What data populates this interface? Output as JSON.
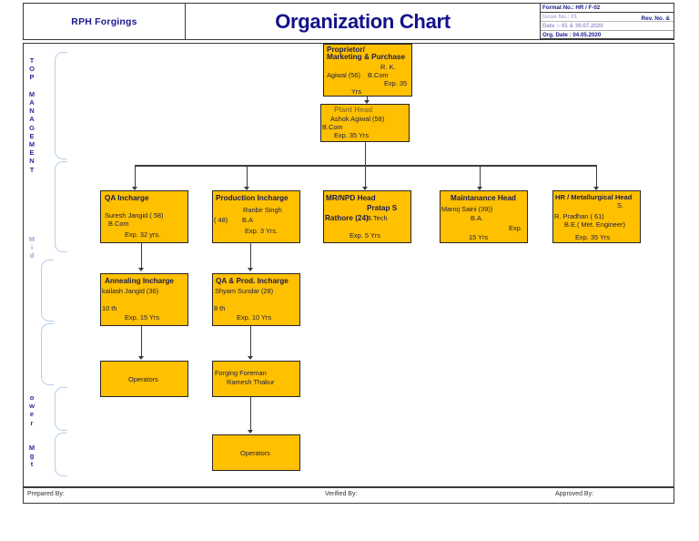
{
  "header": {
    "company": "RPH Forgings",
    "title": "Organization Chart",
    "format_no": "Format No.: HR / F-02",
    "issue_no": "Issue No.: 01",
    "date_line": "Date :- 01 & 30.07.2020",
    "org_date": "Org. Date : 04.05.2020",
    "rev_no": "Rev. No. &"
  },
  "side_labels": {
    "top": "TOP MANAGEMENT",
    "middle": "Mid",
    "lower": "Lower",
    "lower2": "Mgt"
  },
  "footer": {
    "prepared_by": "Prepared By:",
    "verified_by": "Verified By:",
    "approved_by": "Approved By:"
  },
  "boxes": {
    "proprietor": {
      "l1": "Proprietor/",
      "l2": "Marketing & Purchase",
      "l3": "R. K.",
      "l4": "Agiwal (56)",
      "l5": "B.Com",
      "l6": "Exp. 35",
      "l7": "Yrs"
    },
    "plant_head": {
      "l1": "Plant Head",
      "l2": "Ashok Agiwal (58)",
      "l3": "B.Com",
      "l4": "Exp. 35 Yrs"
    },
    "qa_incharge": {
      "l1": "QA Incharge",
      "l2": "Suresh Jangid  ( 58)",
      "l3": "B.Com",
      "l4": "Exp. 32  yrs."
    },
    "production_incharge": {
      "l1": "Production Incharge",
      "l2": "Ranbir  Singh",
      "l3": "( 48)",
      "l4": "B.A",
      "l5": "Exp. 3 Yrs."
    },
    "mr_npd_head": {
      "l1": "MR/NPD Head",
      "l2": "Pratap S",
      "l3": "Rathore (24)",
      "l4": "B.Tech",
      "l5": "Exp. 5 Yrs"
    },
    "maintenance_head": {
      "l1": "Maintanance Head",
      "l2": "Manoj Saini  (39))",
      "l3": "B.A.",
      "l4": "Exp.",
      "l5": "15 Yrs"
    },
    "hr_metallurgical_head": {
      "l1": "HR / Metallurgical Head",
      "l2": "S.",
      "l3": "R. Pradhan ( 61)",
      "l4": "B.E.( Met. Engineer)",
      "l5": "Exp. 35 Yrs"
    },
    "annealing_incharge": {
      "l1": "Annealing  Incharge",
      "l2": "kailash Jangid (36)",
      "l3": "10 th",
      "l4": "Exp. 15 Yrs"
    },
    "qa_prod_incharge": {
      "l1": "QA & Prod. Incharge",
      "l2": "Shyam Sundar (28)",
      "l3": "8 th",
      "l4": "Exp. 10 Yrs"
    },
    "operators_left": {
      "l1": "Operators"
    },
    "forging_foreman": {
      "l1": "Forging Foreman",
      "l2": "Ramesh Thakur"
    },
    "operators_bottom": {
      "l1": "Operators"
    }
  },
  "colors": {
    "box_fill": "#FFC000",
    "box_border": "#262626",
    "title_blue": "#12128c",
    "brace_blue": "#b9cfe8"
  }
}
